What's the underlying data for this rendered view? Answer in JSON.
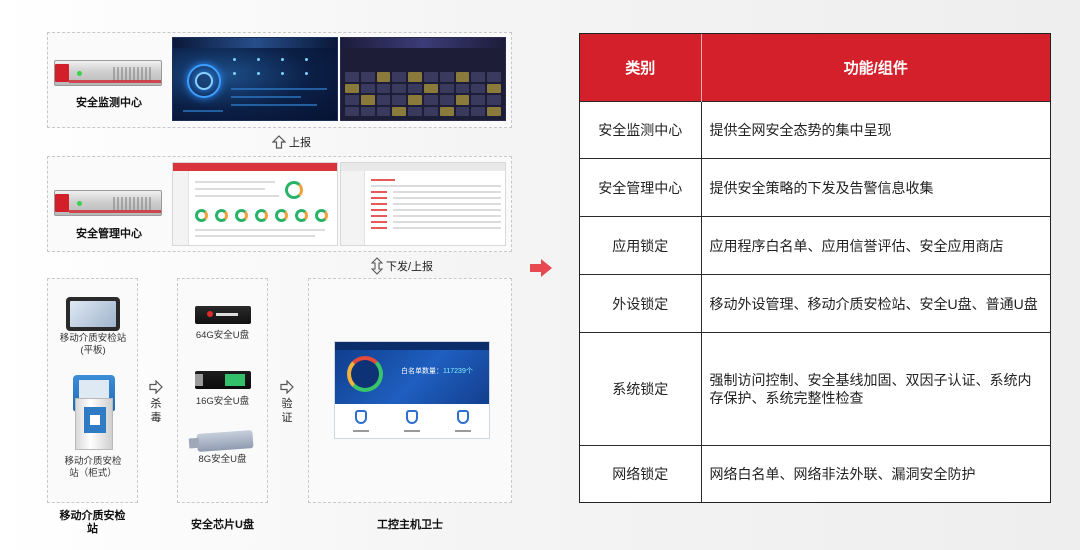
{
  "monitor": {
    "caption": "安全监测中心"
  },
  "manage": {
    "caption": "安全管理中心"
  },
  "arrows": {
    "report_up": "上报",
    "down_up": "下发/上报",
    "kill_chars": [
      "杀",
      "毒"
    ],
    "verify_chars": [
      "验",
      "证"
    ]
  },
  "media_station": {
    "tablet_caption": "移动介质安检站\n(平板)",
    "kiosk_caption": "移动介质安检\n站（柜式）",
    "group_caption": "移动介质安检\n站"
  },
  "usb": {
    "items": [
      "64G安全U盘",
      "16G安全U盘",
      "8G安全U盘"
    ],
    "group_caption": "安全芯片U盘"
  },
  "guard": {
    "caption": "工控主机卫士",
    "whitelist_label": "白名单数量：",
    "whitelist_value": "117239个"
  },
  "table": {
    "headers": [
      "类别",
      "功能/组件"
    ],
    "rows": [
      {
        "category": "安全监测中心",
        "function": "提供全网安全态势的集中呈现"
      },
      {
        "category": "安全管理中心",
        "function": "提供安全策略的下发及告警信息收集"
      },
      {
        "category": "应用锁定",
        "function": "应用程序白名单、应用信誉评估、安全应用商店"
      },
      {
        "category": "外设锁定",
        "function": "移动外设管理、移动介质安检站、安全U盘、普通U盘"
      },
      {
        "category": "系统锁定",
        "function": "强制访问控制、安全基线加固、双因子认证、系统内存保护、系统完整性检查"
      },
      {
        "category": "网络锁定",
        "function": "网络白名单、网络非法外联、漏洞安全防护"
      }
    ]
  },
  "colors": {
    "accent_red": "#d4202b",
    "dashboard_blue": "#0b1f45"
  }
}
